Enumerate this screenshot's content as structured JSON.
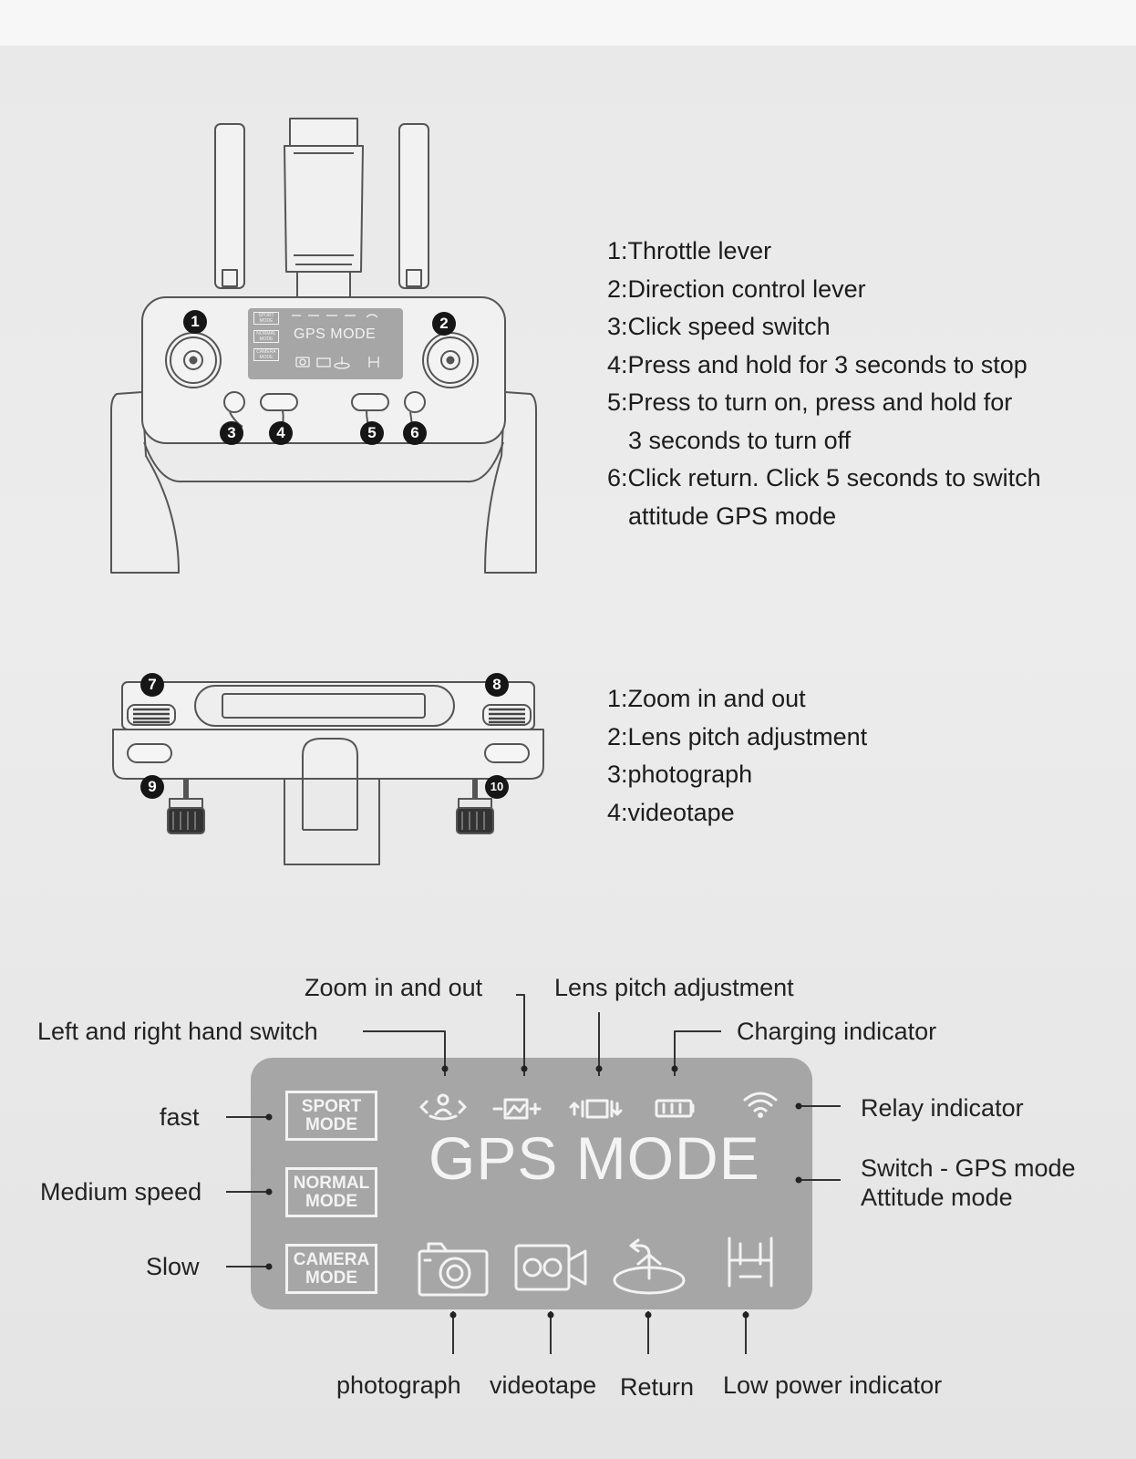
{
  "controller_front": {
    "badges": [
      "1",
      "2",
      "3",
      "4",
      "5",
      "6"
    ],
    "screen_title": "GPS MODE",
    "screen_modes": [
      "SPORT MODE",
      "NORMAL MODE",
      "CAMERA MODE"
    ]
  },
  "controller_front_descriptions": [
    "1:Throttle lever",
    "2:Direction control lever",
    "3:Click speed switch",
    "4:Press and hold for 3 seconds to stop",
    "5:Press to turn on, press and hold for",
    "3 seconds to turn off",
    "6:Click return. Click 5 seconds to switch",
    "attitude GPS mode"
  ],
  "controller_top": {
    "badges": [
      "7",
      "8",
      "9",
      "10"
    ]
  },
  "controller_top_descriptions": [
    "1:Zoom in and out",
    "2:Lens pitch adjustment",
    "3:photograph",
    "4:videotape"
  ],
  "screen_panel": {
    "title": "GPS MODE",
    "modes": {
      "sport": [
        "SPORT",
        "MODE"
      ],
      "normal": [
        "NORMAL",
        "MODE"
      ],
      "camera": [
        "CAMERA",
        "MODE"
      ]
    },
    "labels": {
      "zoom": "Zoom in and out",
      "lens_pitch": "Lens pitch adjustment",
      "hand_switch": "Left and right hand switch",
      "charging": "Charging indicator",
      "fast": "fast",
      "relay": "Relay indicator",
      "medium": "Medium speed",
      "switch_mode_1": "Switch - GPS mode",
      "switch_mode_2": "Attitude mode",
      "slow": "Slow",
      "photograph": "photograph",
      "videotape": "videotape",
      "return": "Return",
      "low_power": "Low power indicator"
    },
    "icons": [
      "hand-switch-icon",
      "zoom-icon",
      "lens-pitch-icon",
      "battery-icon",
      "wifi-icon",
      "camera-icon",
      "video-icon",
      "return-home-icon",
      "low-power-drone-icon"
    ]
  },
  "colors": {
    "background": "#ebebeb",
    "screen": "#a6a6a6",
    "screen_text": "#f3f3f3",
    "line_art": "#555555"
  }
}
